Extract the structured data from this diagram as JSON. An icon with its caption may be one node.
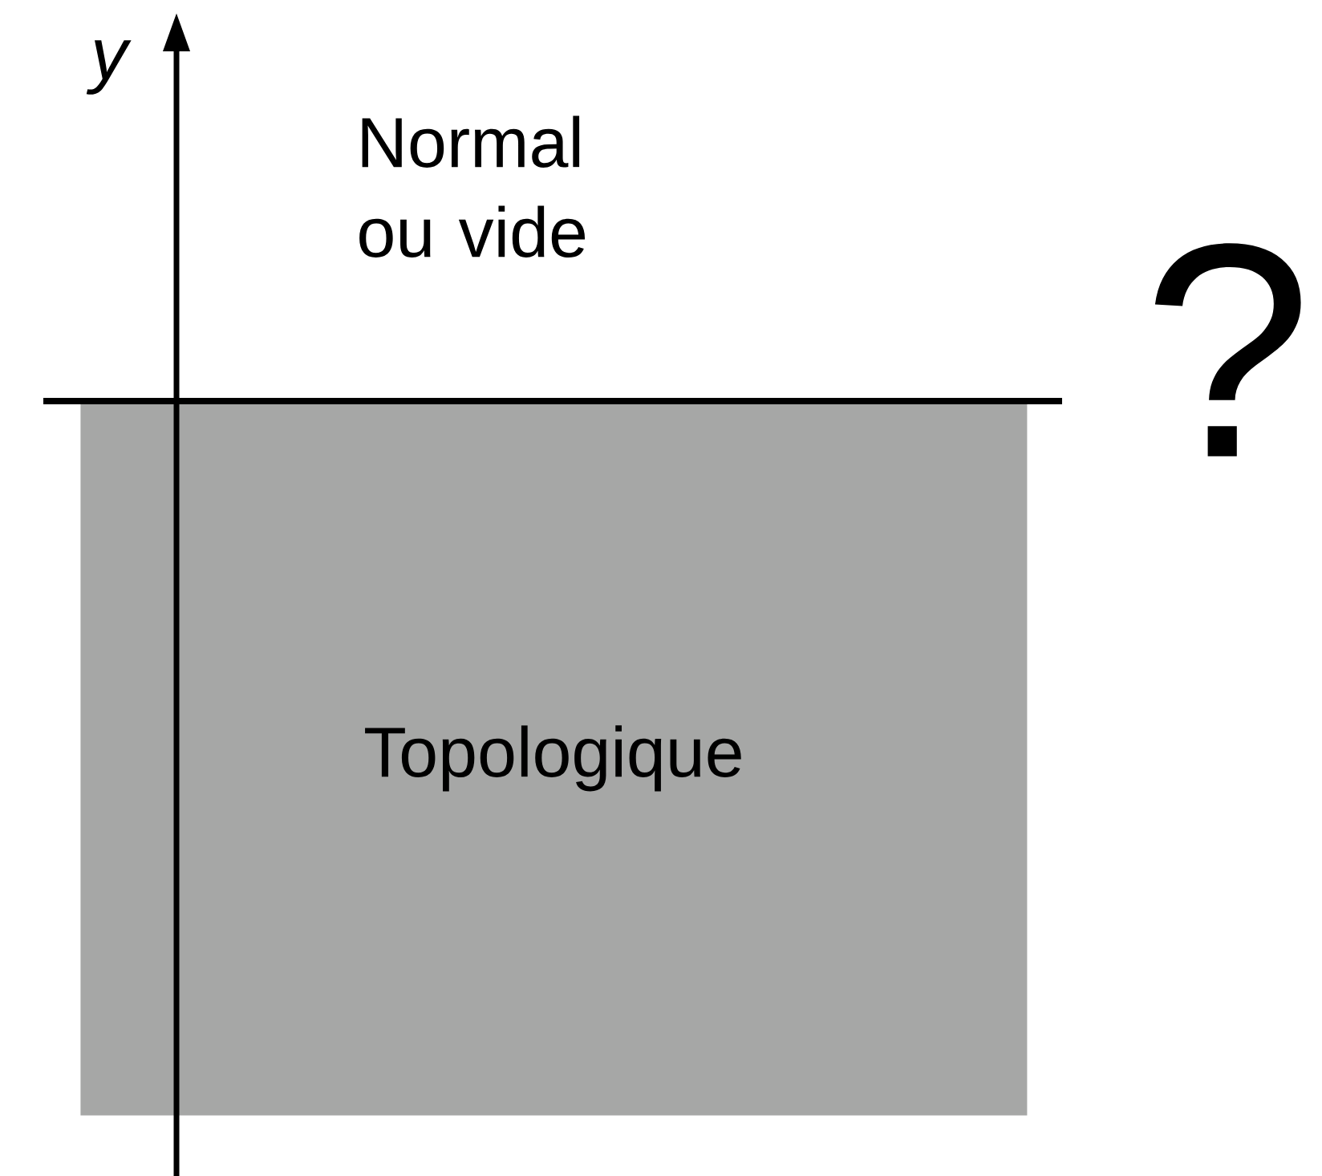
{
  "diagram": {
    "nodes": [
      {
        "text": [
          "Topologique"
        ]
      }
    ],
    "labels": [
      "y",
      "Normal ou vide",
      "?"
    ]
  }
}
